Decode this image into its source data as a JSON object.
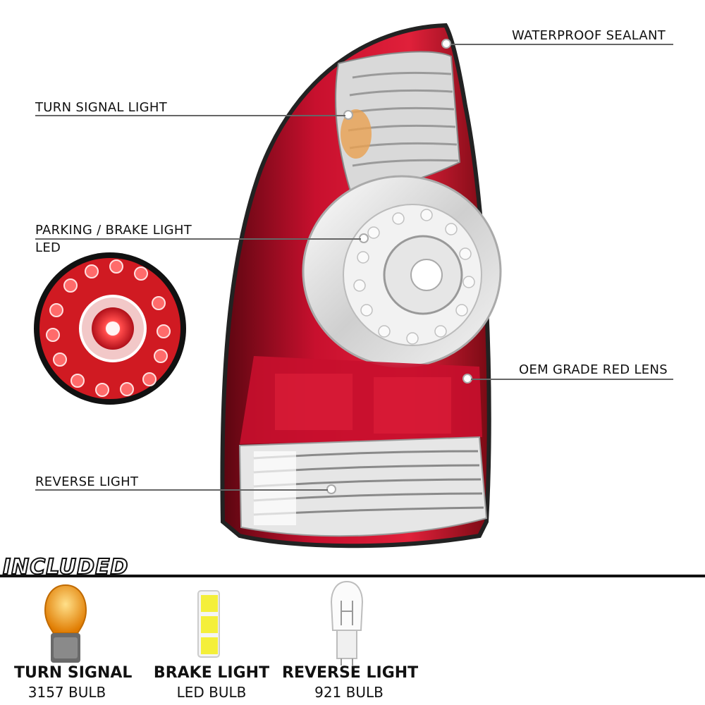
{
  "callouts": {
    "waterproof": "WATERPROOF SEALANT",
    "turn_signal": "TURN SIGNAL LIGHT",
    "parking_line1": "PARKING / BRAKE LIGHT",
    "parking_line2": "LED",
    "oem": "OEM GRADE RED LENS",
    "reverse": "REVERSE LIGHT"
  },
  "included": {
    "heading": "INCLUDED",
    "items": [
      {
        "title": "TURN SIGNAL",
        "sub": "3157 BULB",
        "icon": "amber-bulb-icon"
      },
      {
        "title": "BRAKE LIGHT",
        "sub": "LED BULB",
        "icon": "led-bulb-icon"
      },
      {
        "title": "REVERSE LIGHT",
        "sub": "921 BULB",
        "icon": "clear-bulb-icon"
      }
    ]
  },
  "colors": {
    "lens_red": "#c8102e",
    "dark_red": "#7a0a14",
    "chrome": "#e8e8e8",
    "amber": "#f39c12"
  }
}
